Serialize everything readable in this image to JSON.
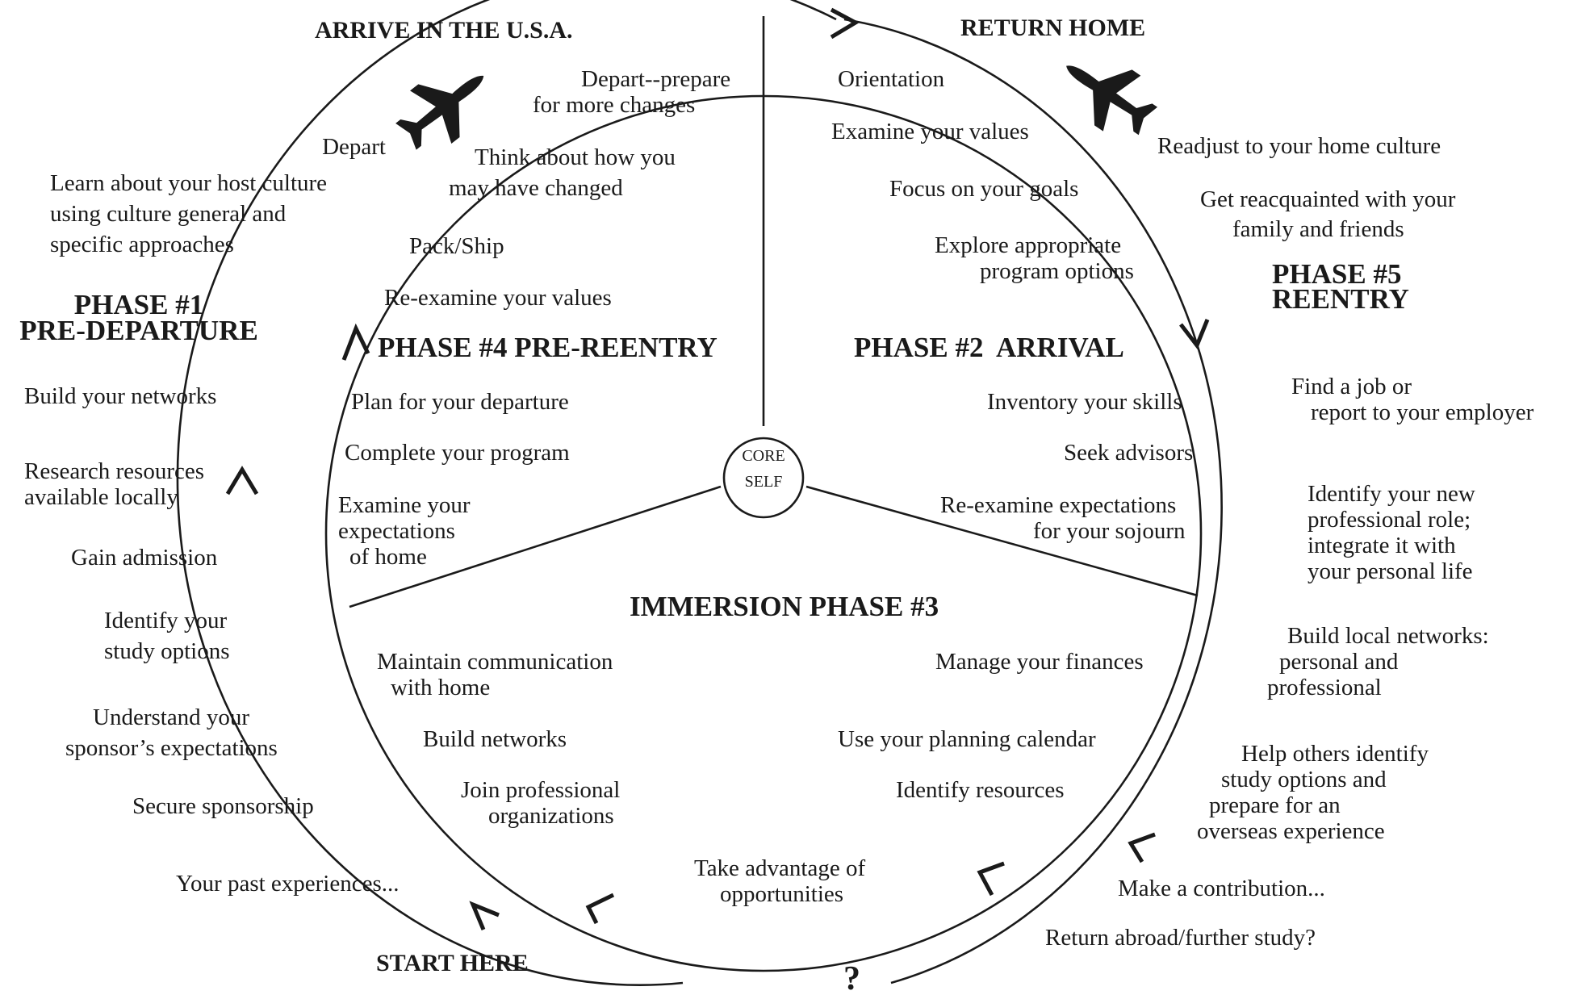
{
  "labels": {
    "arrive": "ARRIVE IN THE U.S.A.",
    "return_home": "RETURN HOME",
    "start_here": "START HERE",
    "question_mark": "?",
    "core_line1": "CORE",
    "core_line2": "SELF"
  },
  "phase1": {
    "title_line1": "PHASE #1",
    "title_line2": "PRE-DEPARTURE",
    "items": [
      [
        "Depart"
      ],
      [
        "Learn about your host culture",
        "using culture general and",
        "specific approaches"
      ],
      [
        "Build your networks"
      ],
      [
        "Research resources",
        "available locally"
      ],
      [
        "Gain admission"
      ],
      [
        "Identify your",
        "study options"
      ],
      [
        "Understand your",
        "sponsor’s expectations"
      ],
      [
        "Secure sponsorship"
      ],
      [
        "Your past experiences..."
      ]
    ]
  },
  "phase2": {
    "title": "PHASE #2  ARRIVAL",
    "items": [
      [
        "Orientation"
      ],
      [
        "Examine your values"
      ],
      [
        "Focus on your goals"
      ],
      [
        "Explore appropriate",
        "program options"
      ],
      [
        "Inventory your skills"
      ],
      [
        "Seek advisors"
      ],
      [
        "Re-examine expectations",
        "for your sojourn"
      ]
    ]
  },
  "phase3": {
    "title": "IMMERSION PHASE #3",
    "items": [
      [
        "Maintain communication",
        "with home"
      ],
      [
        "Build networks"
      ],
      [
        "Join professional",
        "organizations"
      ],
      [
        "Manage your finances"
      ],
      [
        "Use your planning calendar"
      ],
      [
        "Identify resources"
      ],
      [
        "Take advantage of",
        "opportunities"
      ]
    ]
  },
  "phase4": {
    "title": "PHASE #4 PRE-REENTRY",
    "items": [
      [
        "Depart--prepare",
        "for more changes"
      ],
      [
        "Think about how you",
        "may have changed"
      ],
      [
        "Pack/Ship"
      ],
      [
        "Re-examine your values"
      ],
      [
        "Plan for your departure"
      ],
      [
        "Complete your program"
      ],
      [
        "Examine your",
        "expectations",
        "of home"
      ]
    ]
  },
  "phase5": {
    "title_line1": "PHASE #5",
    "title_line2": "REENTRY",
    "items": [
      [
        "Readjust to your home culture"
      ],
      [
        "Get reacquainted with your",
        "family and friends"
      ],
      [
        "Find a job or",
        "report to your employer"
      ],
      [
        "Identify your new",
        "professional role;",
        "integrate it with",
        "your personal life"
      ],
      [
        "Build local networks:",
        "personal and",
        "professional"
      ],
      [
        "Help others identify",
        "study options and",
        "prepare for an",
        "overseas experience"
      ],
      [
        "Make a contribution..."
      ],
      [
        "Return abroad/further study?"
      ]
    ]
  },
  "icons": [
    "airplane-icon",
    "arrowhead-icon"
  ]
}
